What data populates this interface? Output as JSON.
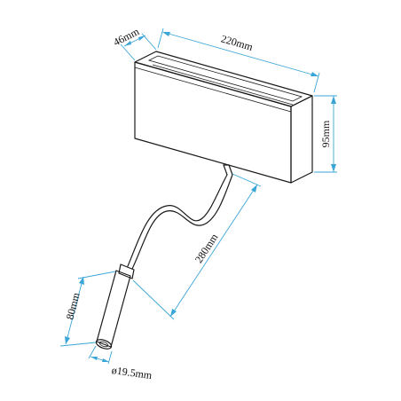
{
  "dimensions": {
    "depth": "46mm",
    "width": "220mm",
    "height": "95mm",
    "arm_length": "280mm",
    "head_length": "80mm",
    "head_diameter": "ø19.5mm"
  },
  "colors": {
    "outline": "#1a1a1a",
    "dimension_line": "#3aa6d8",
    "background": "#ffffff"
  }
}
